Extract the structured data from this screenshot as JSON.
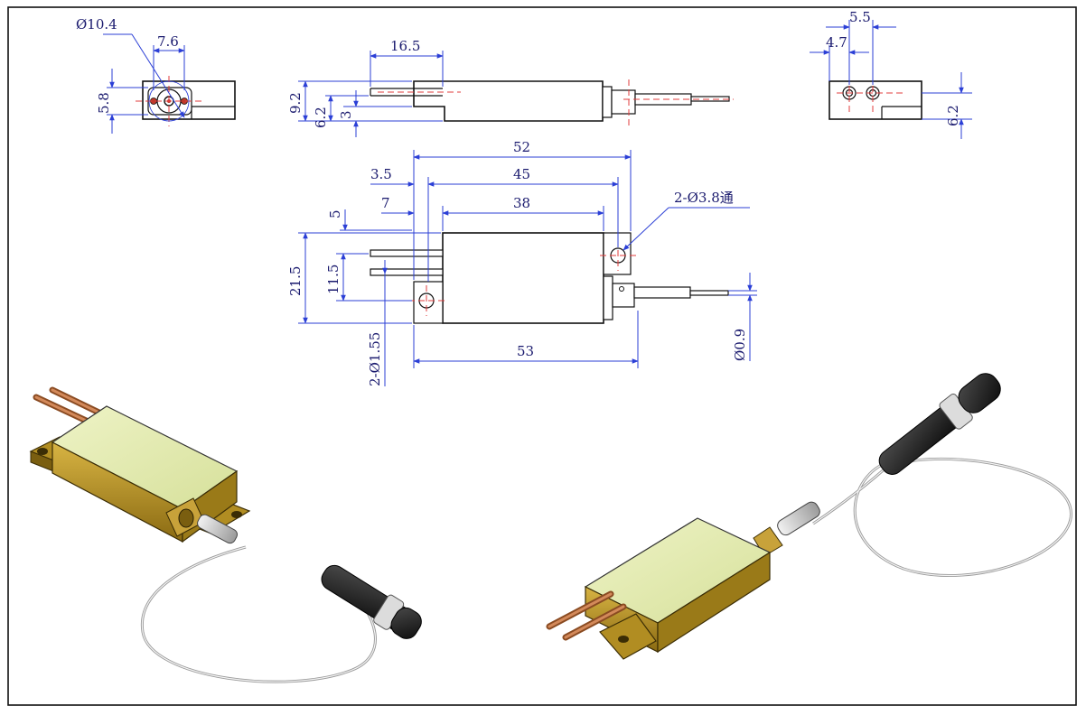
{
  "dimensions": {
    "left_view": {
      "hole_dia": "Ø10.4",
      "width": "7.6",
      "height": "5.8"
    },
    "side_view": {
      "pin_length": "16.5",
      "total_height": "9.2",
      "step_height": "6.2",
      "base_height": "3"
    },
    "right_view": {
      "spacing_outer": "5.5",
      "spacing_inner": "4.7",
      "height": "6.2"
    },
    "top_view": {
      "overall": "52",
      "body_with_tab": "45",
      "body": "38",
      "offset_a": "3.5",
      "offset_b": "7",
      "tab_offset": "5",
      "total_height": "21.5",
      "pin_span": "11.5",
      "mount_holes": "2-Ø3.8通",
      "pin_holes": "2-Ø1.55",
      "fiber_dia": "Ø0.9",
      "base_length": "53"
    }
  },
  "colors": {
    "dimension": "#2b3fd6",
    "dim_text": "#1a1a6e",
    "centerline": "#e23c3c",
    "lid": "#e4ecb0",
    "gold": "#c9a227",
    "copper": "#b8693a",
    "boot": "#1f1f1f",
    "fiber": "#8a8a8a"
  }
}
